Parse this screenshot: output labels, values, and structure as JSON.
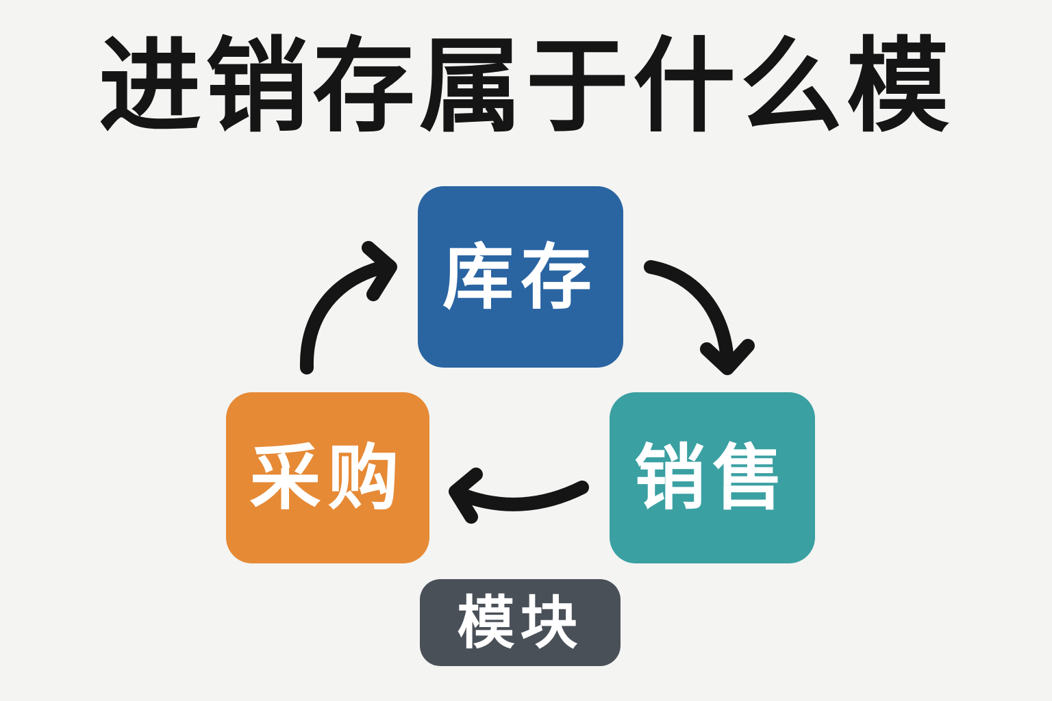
{
  "title": "进销存属于什么模",
  "nodes": {
    "inventory": {
      "label": "库存",
      "color": "#2a65a2"
    },
    "sales": {
      "label": "销售",
      "color": "#3aa0a2"
    },
    "purchase": {
      "label": "采购",
      "color": "#e68a36"
    }
  },
  "badge": {
    "label": "模块",
    "color": "#4a5058"
  },
  "flow": [
    {
      "from": "采购",
      "to": "库存",
      "icon": "curved-arrow-icon"
    },
    {
      "from": "库存",
      "to": "销售",
      "icon": "curved-arrow-icon"
    },
    {
      "from": "销售",
      "to": "采购",
      "icon": "curved-arrow-icon"
    }
  ],
  "colors": {
    "background": "#f4f4f2",
    "text": "#151515",
    "arrow": "#151515"
  }
}
